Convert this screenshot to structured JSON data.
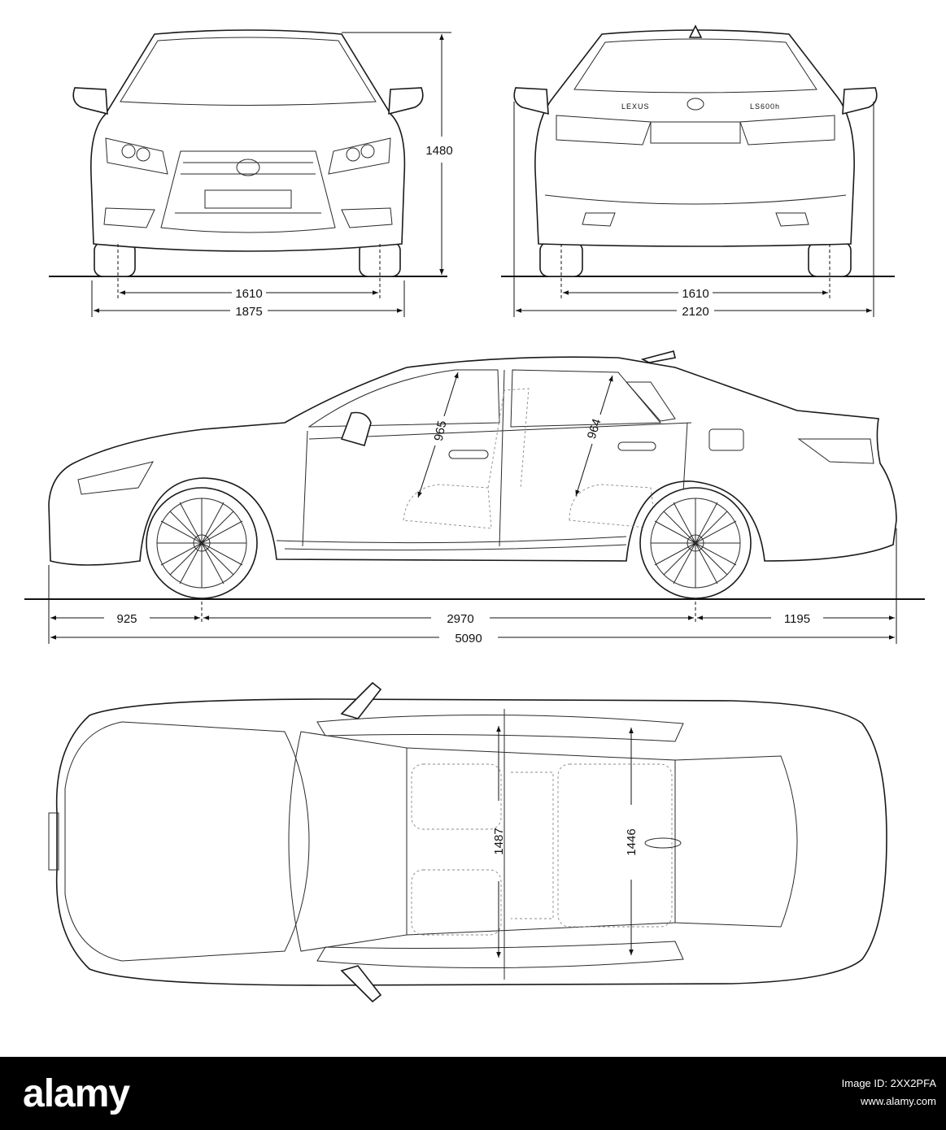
{
  "front_view": {
    "track": "1610",
    "width": "1875",
    "height": "1480"
  },
  "rear_view": {
    "track": "1610",
    "width": "2120"
  },
  "side_view": {
    "front_overhang": "925",
    "wheelbase": "2970",
    "rear_overhang": "1195",
    "length": "5090",
    "front_headroom": "965",
    "rear_headroom": "964"
  },
  "top_view": {
    "front_shoulder_width": "1487",
    "rear_shoulder_width": "1446"
  },
  "rear_badges": {
    "brand": "LEXUS",
    "model": "LS600h"
  },
  "footer": {
    "brand": "alamy",
    "image_id_label": "Image ID: 2XX2PFA",
    "site": "www.alamy.com"
  },
  "colors": {
    "line": "#1a1a1a",
    "background": "#ffffff",
    "footer": "#000000"
  }
}
